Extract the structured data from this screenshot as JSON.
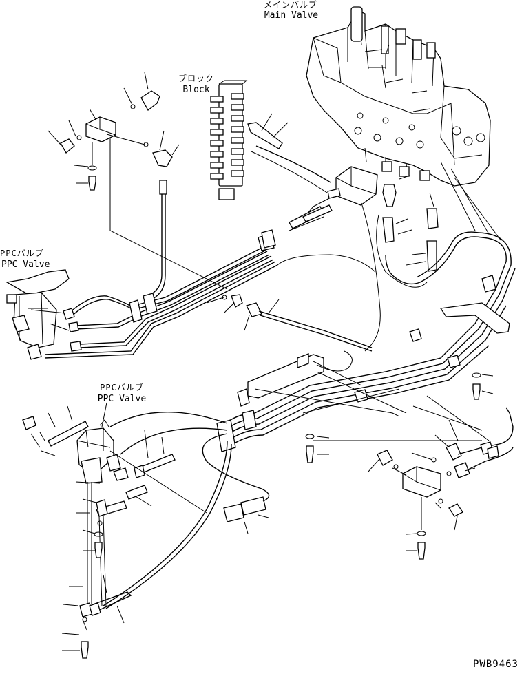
{
  "labels": {
    "main_valve_jp": "メインバルブ",
    "main_valve_en": "Main Valve",
    "block_jp": "ブロック",
    "block_en": "Block",
    "ppc_valve_1_jp": "PPCバルブ",
    "ppc_valve_1_en": "PPC Valve",
    "ppc_valve_2_jp": "PPCバルブ",
    "ppc_valve_2_en": "PPC Valve"
  },
  "drawing_code": "PWB9463",
  "colors": {
    "line": "#000000",
    "background": "#ffffff"
  }
}
